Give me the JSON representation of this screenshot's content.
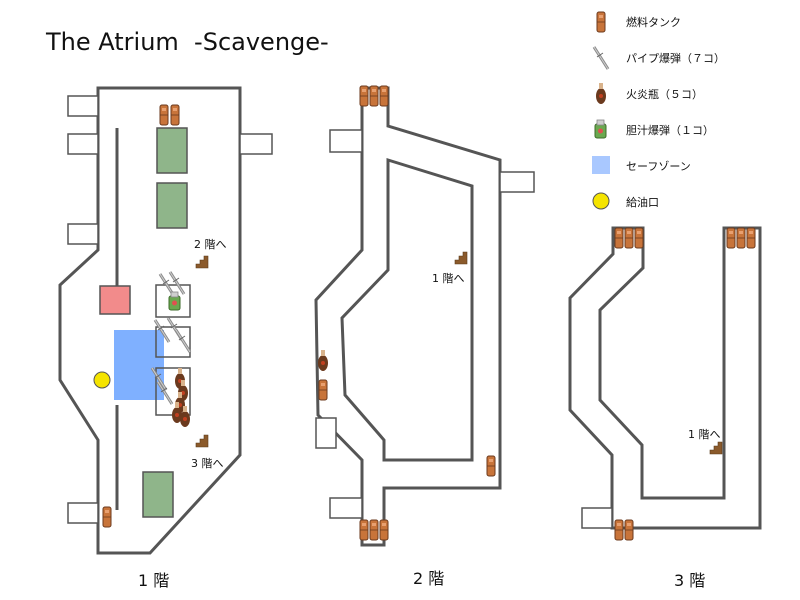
{
  "title": "The Atrium  -Scavenge-",
  "floors": [
    {
      "label": "1 階"
    },
    {
      "label": "2 階"
    },
    {
      "label": "3 階"
    }
  ],
  "stairs": {
    "f1_up_upper": "2 階へ",
    "f1_up_lower": "3 階へ",
    "f2_down": "1 階へ",
    "f3_down": "1 階へ"
  },
  "legend": [
    {
      "icon": "fuel-tank-icon",
      "label": "燃料タンク",
      "color": "#c8743a"
    },
    {
      "icon": "pipe-bomb-icon",
      "label": "パイプ爆弾（７コ）",
      "color": "#9a9a9a"
    },
    {
      "icon": "molotov-icon",
      "label": "火炎瓶（５コ）",
      "color": "#6b3a1e"
    },
    {
      "icon": "bile-bomb-icon",
      "label": "胆汁爆弾（１コ）",
      "color": "#6aa84f"
    },
    {
      "icon": "safe-zone-icon",
      "label": "セーフゾーン",
      "color": "#a9c8ff"
    },
    {
      "icon": "fuel-port-icon",
      "label": "給油口",
      "color": "#ffee00"
    }
  ],
  "colors": {
    "wall": "#555555",
    "floor": "#ffffff",
    "green_zone": "#8fb58a",
    "red_zone": "#f28b8b",
    "safe_zone": "#7fb0ff",
    "fuel_port": "#f5e400",
    "fuel_tank": "#c8743a"
  }
}
